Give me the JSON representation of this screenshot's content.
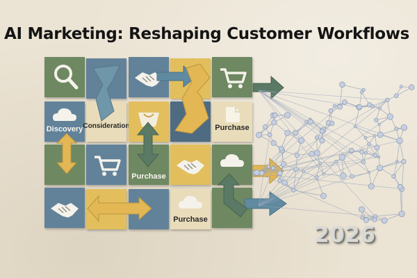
{
  "title": "AI Marketing: Reshaping Customer Workflows",
  "year": "2026",
  "colors": {
    "green": "#6e8862",
    "blue": "#62829a",
    "dark_blue": "#4e6b82",
    "beige": "#e9dcba",
    "mustard": "#e2bf5c",
    "icon_white": "#f4f2ea",
    "arrow_green": "#5a7a66",
    "arrow_blue": "#5f8aa0",
    "arrow_yellow": "#e2b754",
    "network_line": "#9aa7bd",
    "network_node": "#c5cfdf"
  },
  "tiles": [
    {
      "name": "tile-search",
      "bg": "green",
      "icon": "search-icon",
      "label": ""
    },
    {
      "name": "tile-blank-blue",
      "bg": "blue",
      "icon": "",
      "label": ""
    },
    {
      "name": "tile-handshake",
      "bg": "blue",
      "icon": "handshake-icon",
      "label": ""
    },
    {
      "name": "tile-blank-mustard",
      "bg": "mustard",
      "icon": "",
      "label": ""
    },
    {
      "name": "tile-cart",
      "bg": "green",
      "icon": "cart-icon",
      "label": ""
    },
    {
      "name": "tile-discovery",
      "bg": "blue",
      "icon": "cloud-icon",
      "label": "Discovery"
    },
    {
      "name": "tile-consideration",
      "bg": "beige",
      "icon": "",
      "label": "Consideration"
    },
    {
      "name": "tile-shopping-bag",
      "bg": "mustard",
      "icon": "shopping-bag-icon",
      "label": ""
    },
    {
      "name": "tile-blank-dark",
      "bg": "dark_blue",
      "icon": "",
      "label": ""
    },
    {
      "name": "tile-purchase-1",
      "bg": "beige",
      "icon": "document-icon",
      "label": "Purchase"
    },
    {
      "name": "tile-blank-green",
      "bg": "green",
      "icon": "",
      "label": ""
    },
    {
      "name": "tile-cart-2",
      "bg": "blue",
      "icon": "cart-icon",
      "label": ""
    },
    {
      "name": "tile-purchase-2",
      "bg": "green",
      "icon": "",
      "label": "Purchase"
    },
    {
      "name": "tile-handshake-2",
      "bg": "mustard",
      "icon": "handshake-icon",
      "label": ""
    },
    {
      "name": "tile-cloud",
      "bg": "green",
      "icon": "cloud-icon",
      "label": ""
    },
    {
      "name": "tile-handshake-3",
      "bg": "blue",
      "icon": "handshake-icon",
      "label": ""
    },
    {
      "name": "tile-blank-mustard-2",
      "bg": "mustard",
      "icon": "",
      "label": ""
    },
    {
      "name": "tile-blank-blue-2",
      "bg": "blue",
      "icon": "",
      "label": ""
    },
    {
      "name": "tile-purchase-3",
      "bg": "beige",
      "icon": "cloud-icon",
      "label": "Purchase"
    },
    {
      "name": "tile-blank-green-2",
      "bg": "green",
      "icon": "",
      "label": ""
    }
  ]
}
